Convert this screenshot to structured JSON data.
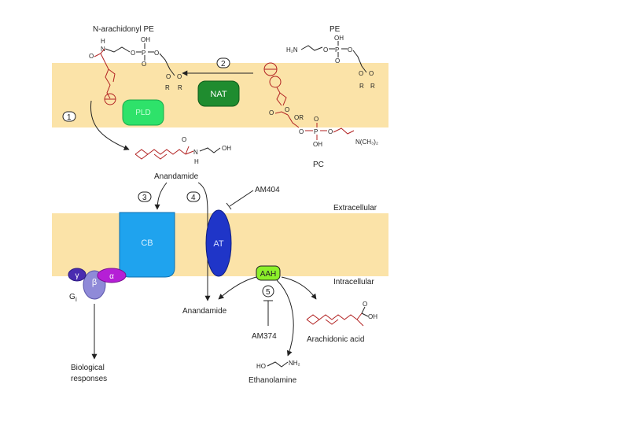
{
  "colors": {
    "membrane": "#fbe3a8",
    "pld": "#2ee26a",
    "nat": "#1f8c2f",
    "cb": "#1fa3ee",
    "at": "#1f35c8",
    "aah": "#8cf02a",
    "gamma": "#4a2bb0",
    "beta": "#8f8ad8",
    "alpha": "#b51fd6",
    "chem_red": "#b22222",
    "step_circle": "#ffffff"
  },
  "labels": {
    "n_arachidonyl_pe": "N-arachidonyl PE",
    "pe": "PE",
    "pc": "PC",
    "anandamide_top": "Anandamide",
    "anandamide_bottom": "Anandamide",
    "am404": "AM404",
    "am374": "AM374",
    "extracellular": "Extracellular",
    "intracellular": "Intracellular",
    "arachidonic_acid": "Arachidonic acid",
    "ethanolamine": "Ethanolamine",
    "biological_1": "Biological",
    "biological_2": "responses",
    "gi": "G",
    "gi_sub": "i"
  },
  "enzymes": {
    "pld": "PLD",
    "nat": "NAT",
    "cb": "CB",
    "at": "AT",
    "aah": "AAH"
  },
  "gprotein": {
    "gamma": "γ",
    "beta": "β",
    "alpha": "α"
  },
  "steps": {
    "s1": "1",
    "s2": "2",
    "s3": "3",
    "s4": "4",
    "s5": "5"
  },
  "chem": {
    "h": "H",
    "n": "N",
    "o": "O",
    "oh": "OH",
    "p": "P",
    "r": "R",
    "or": "OR",
    "h2n": "H₂N",
    "nh2": "NH₂",
    "ho": "HO",
    "nch3": "N(CH₃)₂"
  }
}
